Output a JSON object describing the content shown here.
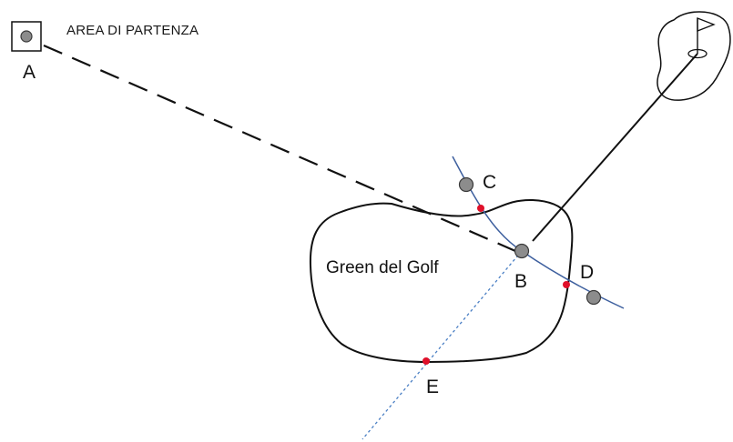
{
  "labels": {
    "tee_area": "AREA DI PARTENZA",
    "green": "Green del Golf",
    "point_a": "A",
    "point_b": "B",
    "point_c": "C",
    "point_d": "D",
    "point_e": "E"
  },
  "colors": {
    "line": "#111111",
    "ball_fill": "#8c8c8c",
    "ball_stroke": "#3a3a3a",
    "crossing_point": "#e0102a",
    "blue_line": "#3d5f9e",
    "dotted_line": "#4a7fc4"
  },
  "icons": {
    "flag": "flag-icon",
    "ball": "ball-icon"
  }
}
